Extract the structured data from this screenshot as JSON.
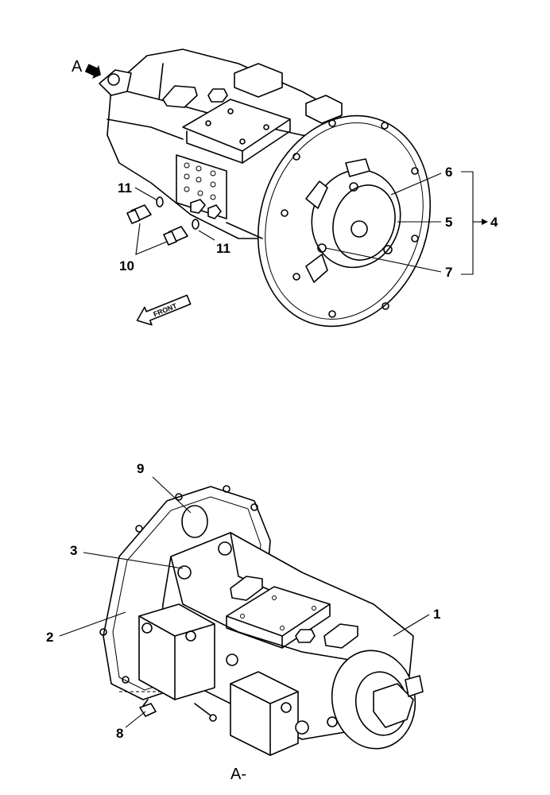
{
  "view_marker": {
    "top": "A",
    "bottom": "A-"
  },
  "direction_label": "FRONT",
  "callouts": {
    "c1": "1",
    "c2": "2",
    "c3": "3",
    "c4": "4",
    "c5": "5",
    "c6": "6",
    "c7": "7",
    "c8": "8",
    "c9": "9",
    "c10": "10",
    "c11a": "11",
    "c11b": "11"
  },
  "icons": [
    "view-arrow-icon",
    "front-arrow-icon"
  ]
}
